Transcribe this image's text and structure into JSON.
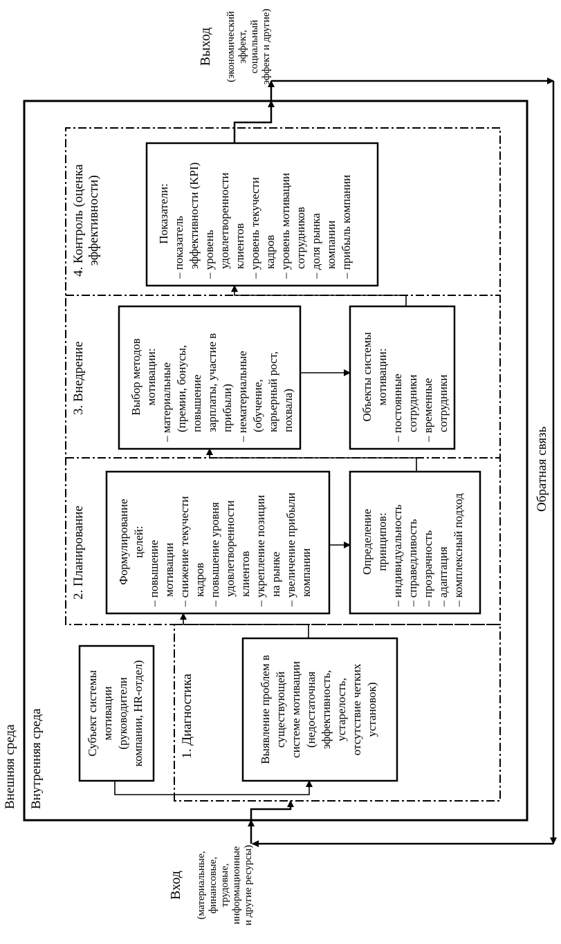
{
  "environment": {
    "outer": "Внешняя среда",
    "inner": "Внутренняя среда"
  },
  "feedback_label": "Обратная связь",
  "input": {
    "title": "Вход",
    "detail": "(материальные,\nфинансовые,\nтрудовые,\nинформационные\nи другие ресурсы)"
  },
  "output": {
    "title": "Выход",
    "detail": "(экономический\nэффект,\nсоциальный\nэффект и другие)"
  },
  "stages": {
    "s1": "1. Диагностика",
    "s2": "2. Планирование",
    "s3": "3. Внедрение",
    "s4": "4. Контроль (оценка\nэффективности)"
  },
  "boxes": {
    "subject": "Субъект системы\nмотивации\n(руководители\nкомпании, HR-отдел)",
    "diagnosis": "Выявление проблем в\nсуществующей\nсистеме мотивации\n(недостаточная\nэффективность,\nустарелость,\nотсутствие четких\nустановок)",
    "goals": {
      "title": "Формулирование\nцелей:",
      "items": [
        "– повышение\nмотивации",
        "– снижение текучести\nкадров",
        "– повышение уровня\nудовлетворенности\nклиентов",
        "– укрепление позиции\nна рынке",
        "– увеличение прибыли\nкомпании"
      ]
    },
    "principles": {
      "title": "Определение\nпринципов:",
      "items": [
        "– индивидуальность",
        "– справедливость",
        "– прозрачность",
        "– адаптация",
        "– комплексный подход"
      ]
    },
    "methods": {
      "title": "Выбор методов\nмотивации:",
      "items": [
        "– материальные\n(премии, бонусы,\nповышение\nзарплаты, участие в\nприбыли)",
        "– нематериальные\n(обучение,\nкарьерный рост,\nпохвала)"
      ]
    },
    "objects": {
      "title": "Объекты системы\nмотивации:",
      "items": [
        "– постоянные\nсотрудники",
        "– временные\nсотрудники"
      ]
    },
    "indicators": {
      "title": "Показатели:",
      "items": [
        "– показатель\nэффективности (KPI)",
        "– уровень\nудовлетворенности\nклиентов",
        "– уровень текучести\nкадров",
        "– уровень мотивации\nсотрудников",
        "– доля рынка\nкомпании",
        "– прибыль компании"
      ]
    }
  }
}
